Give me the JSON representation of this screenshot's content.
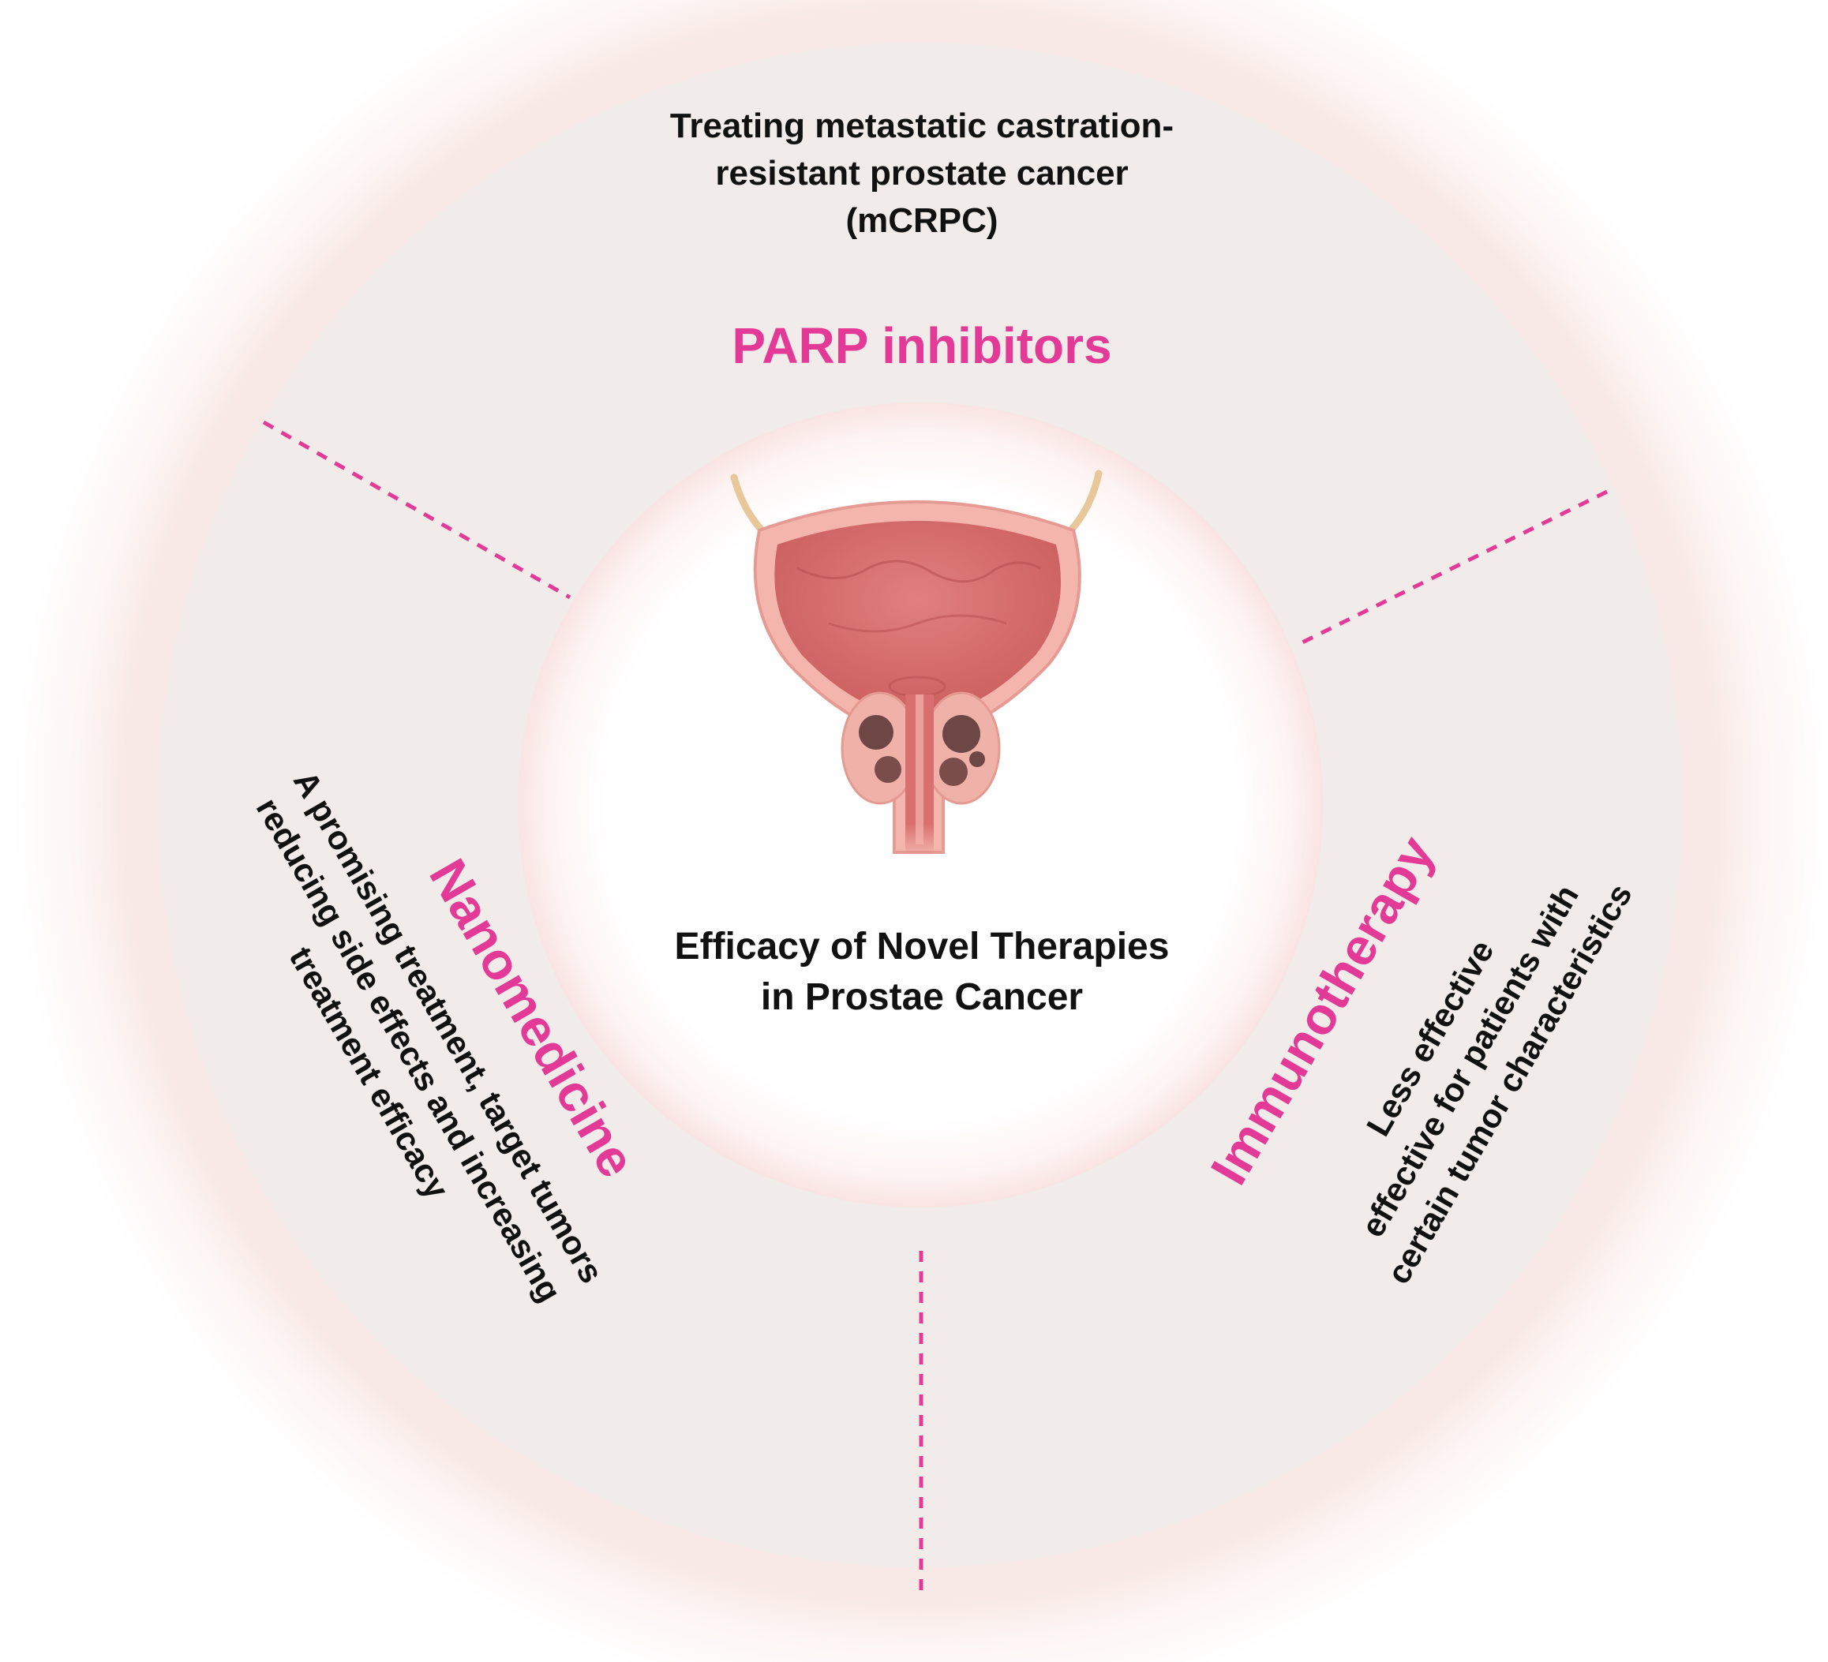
{
  "top_text": [
    "Treating metastatic castration-",
    "resistant prostate cancer",
    "(mCRPC)"
  ],
  "segments": {
    "parp": {
      "label": "PARP inhibitors"
    },
    "nanomedicine": {
      "label": "Nanomedicine",
      "description": [
        "A promising treatment, target tumors",
        "reducing side effects and increasing",
        "treatment efficacy"
      ]
    },
    "immunotherapy": {
      "label": "Immunotherapy",
      "description": [
        "Less effective",
        "effective for patients with",
        "certain tumor characteristics"
      ]
    }
  },
  "center_text": [
    "Efficacy of Novel Therapies",
    "in Prostae Cancer"
  ],
  "colors": {
    "accent_pink": "#e23a96",
    "divider": "#e23a96",
    "ring_fill": "#f1ebe9",
    "text": "#111111",
    "organ": "#d9706f",
    "tumor": "#6e4745"
  },
  "icons": [
    "prostate-bladder-illustration"
  ]
}
